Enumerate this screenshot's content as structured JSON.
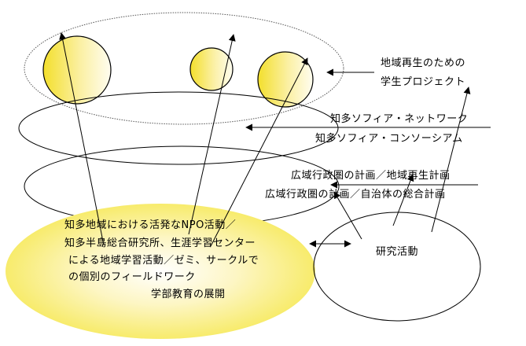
{
  "labels": {
    "student_project_line1": "地域再生のための",
    "student_project_line2": "学生プロジェクト",
    "sophia_network": "知多ソフィア・ネットワーク",
    "sophia_consortium": "知多ソフィア・コンソーシアム",
    "regional_plan": "広域行政圏の計画／地域再生計画",
    "municipal_plan": "広域行政圏の計画／自治体の総合計画",
    "research": "研究活動",
    "activity_line1": "知多地域における活発なNPO活動／",
    "activity_line2": "知多半島総合研究所、生涯学習センター",
    "activity_line3": "による地域学習活動／ゼミ、サークルで",
    "activity_line4": "の個別のフィールドワーク",
    "activity_line5": "学部教育の展開"
  },
  "colors": {
    "line": "#000000",
    "yellow": "#f5e33c",
    "yellow_pale": "#fffbe0",
    "background": "#ffffff"
  }
}
